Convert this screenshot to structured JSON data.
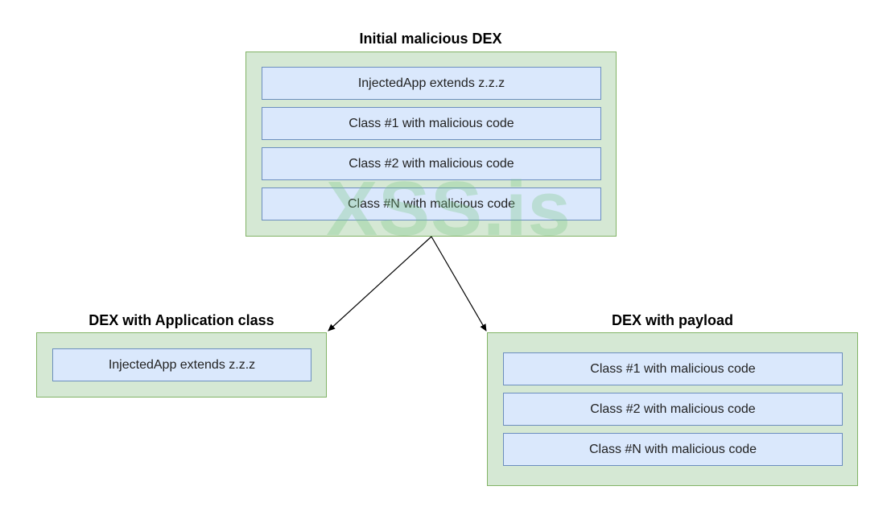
{
  "initial": {
    "title": "Initial malicious DEX",
    "classes": [
      "InjectedApp extends z.z.z",
      "Class #1 with malicious code",
      "Class #2 with malicious code",
      "Class #N with malicious code"
    ]
  },
  "app_dex": {
    "title": "DEX with Application class",
    "classes": [
      "InjectedApp extends z.z.z"
    ]
  },
  "payload_dex": {
    "title": "DEX with payload",
    "classes": [
      "Class #1 with malicious code",
      "Class #2 with malicious code",
      "Class #N with malicious code"
    ]
  },
  "watermark": "XSS.is",
  "colors": {
    "container_fill": "#d5e8d4",
    "container_stroke": "#82b366",
    "class_fill": "#dae8fc",
    "class_stroke": "#6c8ebf"
  }
}
